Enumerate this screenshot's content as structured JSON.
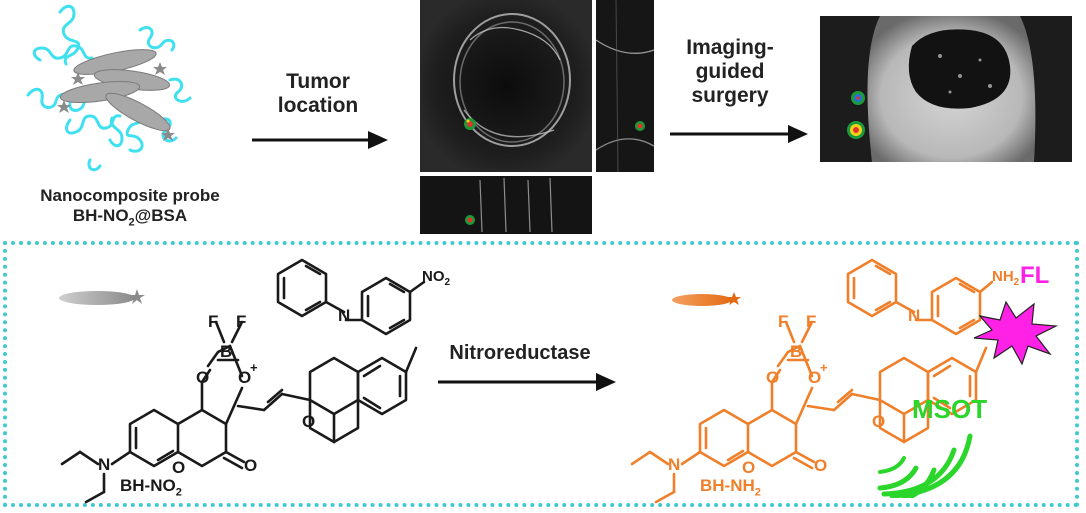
{
  "top": {
    "probe_line1": "Nanocomposite probe",
    "probe_line2": "BH-NO",
    "probe_sub": "2",
    "probe_suffix": "@BSA",
    "arrow1_line1": "Tumor",
    "arrow1_line2": "location",
    "arrow2_line1": "Imaging-",
    "arrow2_line2": "guided",
    "arrow2_line3": "surgery"
  },
  "bottom": {
    "reactant_name": "BH-NO",
    "reactant_sub": "2",
    "product_name": "BH-NH",
    "product_sub": "2",
    "reaction_label": "Nitroreductase",
    "fl_label": "FL",
    "msot_label": "MSOT",
    "atoms": {
      "F": "F",
      "B": "B",
      "O": "O",
      "O_plus": "O",
      "plus": "+",
      "N": "N",
      "NO2": "NO",
      "NO2_sub": "2",
      "NH2": "NH",
      "NH2_sub": "2"
    }
  },
  "colors": {
    "frame": "#3fc9d1",
    "protein": "#3fe0ef",
    "product": "#f07f2a",
    "fl": "#ff22e6",
    "msot": "#2bd62b",
    "text": "#222222",
    "bond": "#1a1a1a"
  }
}
